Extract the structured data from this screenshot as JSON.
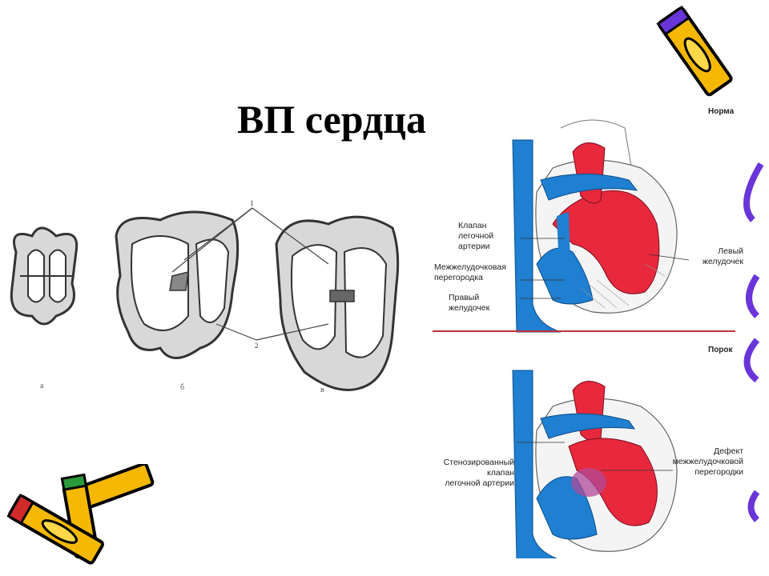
{
  "slide": {
    "title": "ВП сердца"
  },
  "embryology_figure": {
    "panel_marks": [
      "а",
      "б",
      "в"
    ],
    "pointer_marks": [
      "1",
      "2"
    ]
  },
  "heart_diagram": {
    "normal": {
      "label": "Норма",
      "callouts": {
        "valve": "Клапан\nлегочной\nартерии",
        "septum": "Межжелудочковая\nперегородка",
        "right_ventricle": "Правый\nжелудочек",
        "left_ventricle": "Левый\nжелудочек"
      }
    },
    "defect": {
      "label": "Порок",
      "callouts": {
        "stenotic_valve": "Стенозированный\nклапан\nлегочной артерии",
        "septal_defect": "Дефект\nмежжелудочковой\nперегородки"
      }
    },
    "colors": {
      "venous": "#1f7fd0",
      "arterial": "#e8283c",
      "mixed": "#b04a9a",
      "divider": "#c0303a"
    }
  },
  "decorations": [
    "crayon-icon",
    "crayon-icon",
    "crayon-icon",
    "crayon-icon"
  ]
}
